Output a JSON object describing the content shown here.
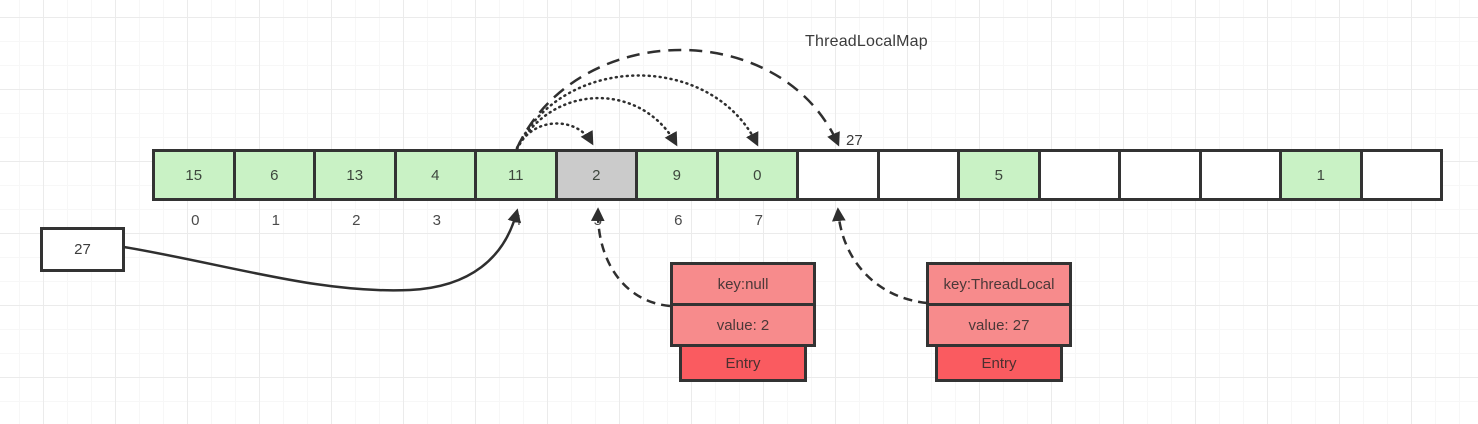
{
  "title": "ThreadLocalMap",
  "colors": {
    "slot_green": "#c9f2c5",
    "slot_gray": "#cbcbcb",
    "slot_white": "#ffffff",
    "entry_row_fill": "#f78b8c",
    "entry_footer_fill": "#fa5b60",
    "border": "#333333",
    "arrow": "#2f2f2f"
  },
  "array": {
    "cells": [
      {
        "value": "15",
        "variant": "green"
      },
      {
        "value": "6",
        "variant": "green"
      },
      {
        "value": "13",
        "variant": "green"
      },
      {
        "value": "4",
        "variant": "green"
      },
      {
        "value": "11",
        "variant": "green"
      },
      {
        "value": "2",
        "variant": "gray"
      },
      {
        "value": "9",
        "variant": "green"
      },
      {
        "value": "0",
        "variant": "green"
      },
      {
        "value": "",
        "variant": "white"
      },
      {
        "value": "",
        "variant": "white"
      },
      {
        "value": "5",
        "variant": "green"
      },
      {
        "value": "",
        "variant": "white"
      },
      {
        "value": "",
        "variant": "white"
      },
      {
        "value": "",
        "variant": "white"
      },
      {
        "value": "1",
        "variant": "green"
      },
      {
        "value": "",
        "variant": "white"
      }
    ],
    "index_labels": [
      "0",
      "1",
      "2",
      "3",
      "4",
      "5",
      "6",
      "7"
    ],
    "rehash_slot_label": "27"
  },
  "value_box": {
    "label": "27"
  },
  "entries": {
    "stale": {
      "key": "key:null",
      "value": "value: 2",
      "footer": "Entry"
    },
    "live": {
      "key": "key:ThreadLocal",
      "value": "value: 27",
      "footer": "Entry"
    }
  }
}
